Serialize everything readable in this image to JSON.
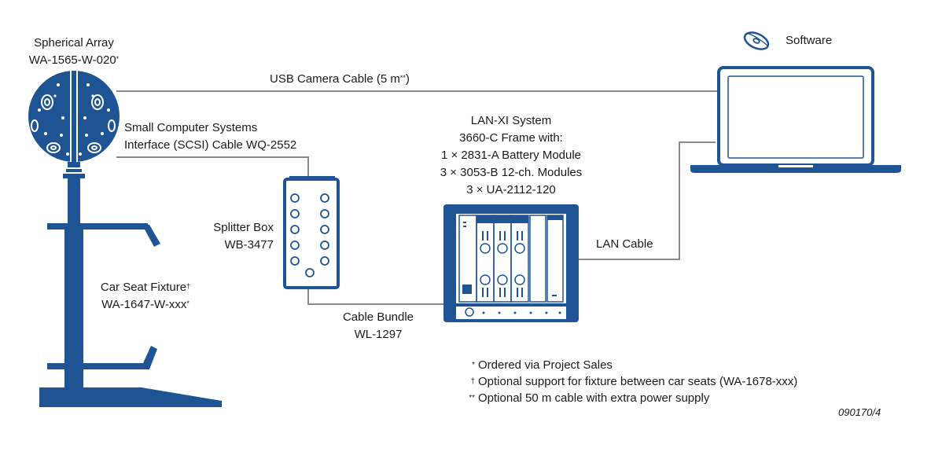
{
  "colors": {
    "equipment": "#1e5494",
    "cable": "#8a8a8a",
    "text": "#1a1a1a"
  },
  "software": {
    "label": "Software",
    "icon": "disc-icon"
  },
  "array": {
    "line1": "Spherical Array",
    "line2": "WA-1565-W-020",
    "mark": "*"
  },
  "usb_cable": {
    "text": "USB Camera Cable (5 m",
    "mark": "**",
    "close": ")"
  },
  "scsi_cable": {
    "line1": "Small Computer Systems",
    "line2": "Interface (SCSI) Cable WQ-2552"
  },
  "lanxi": {
    "line1": "LAN-XI System",
    "line2": "3660-C Frame with:",
    "line3": "1 × 2831-A Battery Module",
    "line4": "3 × 3053-B 12-ch. Modules",
    "line5": "3 × UA-2112-120"
  },
  "splitter": {
    "line1": "Splitter Box",
    "line2": "WB-3477"
  },
  "fixture": {
    "line1": "Car Seat Fixture",
    "line1_mark": "†",
    "line2": "WA-1647-W-xxx",
    "line2_mark": "*"
  },
  "lan_cable": {
    "text": "LAN Cable"
  },
  "bundle": {
    "line1": "Cable Bundle",
    "line2": "WL-1297"
  },
  "footnotes": [
    {
      "mark": "*",
      "text": "Ordered via Project Sales"
    },
    {
      "mark": "†",
      "text": "Optional support for fixture between car seats (WA-1678-xxx)"
    },
    {
      "mark": "**",
      "text": "Optional 50 m cable with extra power supply"
    }
  ],
  "figure_code": "090170/4"
}
